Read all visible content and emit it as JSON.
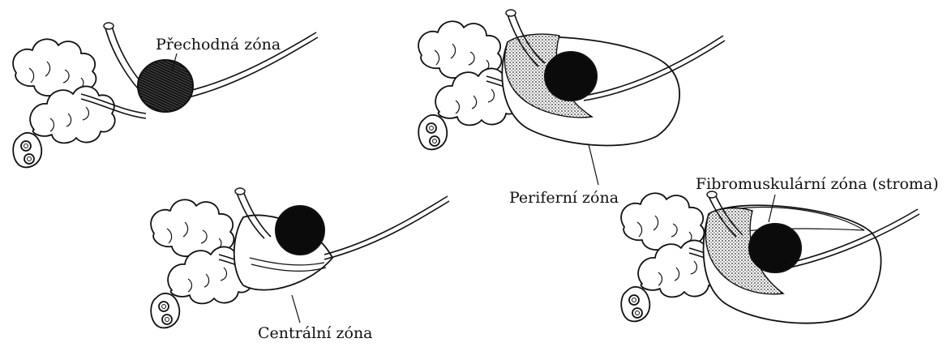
{
  "labels": {
    "transition_zone": "Přechodná zóna",
    "peripheral_zone": "Periferní zóna",
    "fibromuscular_zone": "Fibromuskulární zóna (stroma)",
    "central_zone": "Centrální zóna"
  },
  "colors": {
    "ink": "#111111",
    "background": "#ffffff",
    "stipple": "#8a8a8a"
  }
}
